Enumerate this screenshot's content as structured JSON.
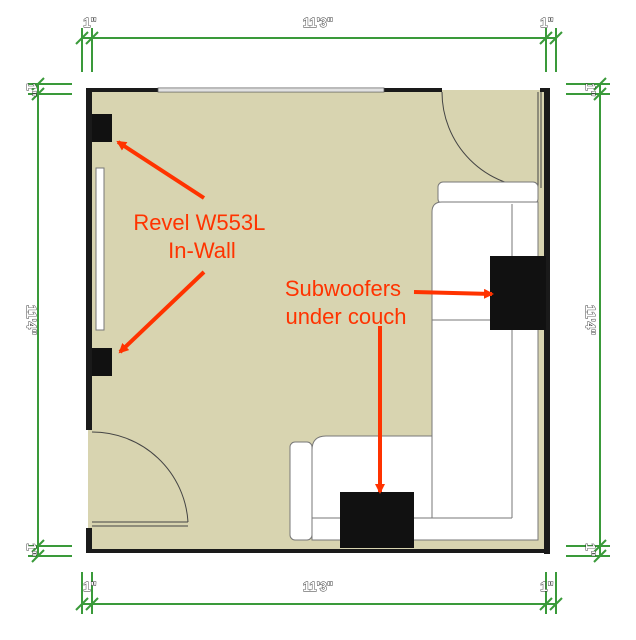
{
  "colors": {
    "floor": "#d8d4b0",
    "wall": "#1a1a1a",
    "dimension_line": "#3a9a3a",
    "annotation": "#ff3300",
    "speaker": "#111111",
    "furniture_outline": "#777777"
  },
  "dimensions": {
    "top_left_offset": "1\"",
    "top_width": "11'3\"",
    "top_right_offset": "1\"",
    "bottom_left_offset": "1\"",
    "bottom_width": "11'3\"",
    "bottom_right_offset": "1\"",
    "left_top_offset": "1\"",
    "left_height": "11'4\"",
    "left_bottom_offset": "1\"",
    "right_top_offset": "1\"",
    "right_height": "11'4\"",
    "right_bottom_offset": "1\""
  },
  "annotations": {
    "speakers_line1": "Revel W553L",
    "speakers_line2": "In-Wall",
    "subwoofers_line1": "Subwoofers",
    "subwoofers_line2": "under couch"
  },
  "icons": [
    "in-wall-speaker-icon",
    "subwoofer-icon",
    "door-swing-icon",
    "sectional-couch-icon",
    "window-icon"
  ]
}
